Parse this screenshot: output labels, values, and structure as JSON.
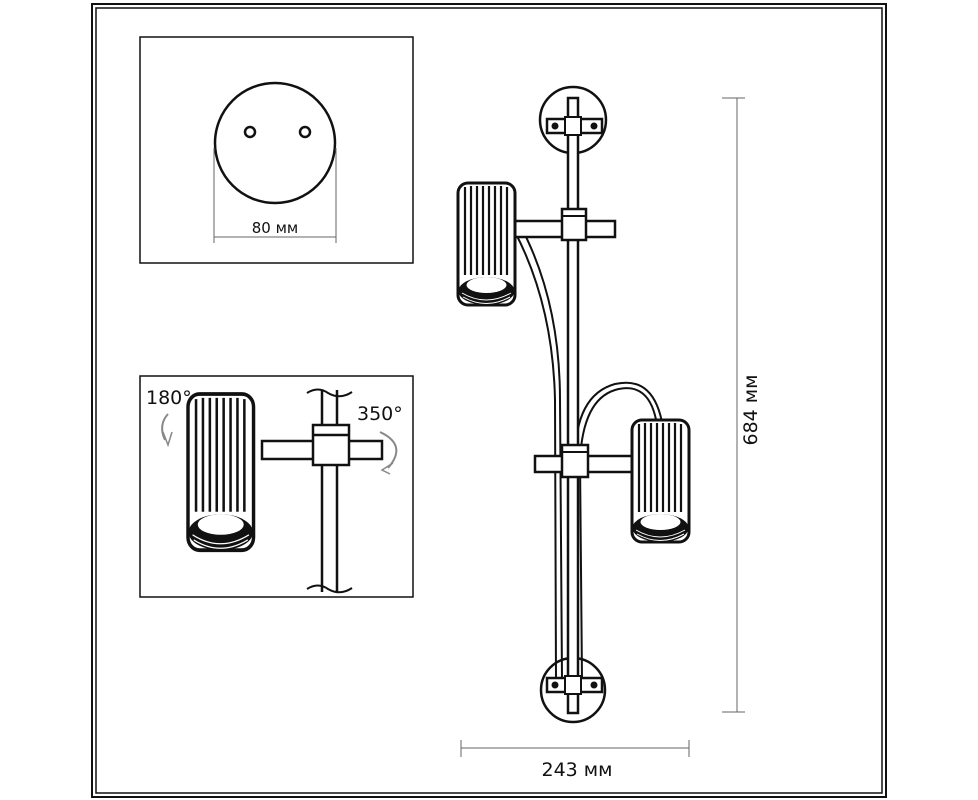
{
  "mounting_plate": {
    "diameter_label": "80 мм"
  },
  "rotation_detail": {
    "spot_rotation_label": "180°",
    "arm_rotation_label": "350°"
  },
  "overall": {
    "height_label": "684 мм",
    "width_label": "243 мм"
  },
  "colors": {
    "line": "#111111",
    "background": "#ffffff",
    "arrow": "#777777"
  }
}
